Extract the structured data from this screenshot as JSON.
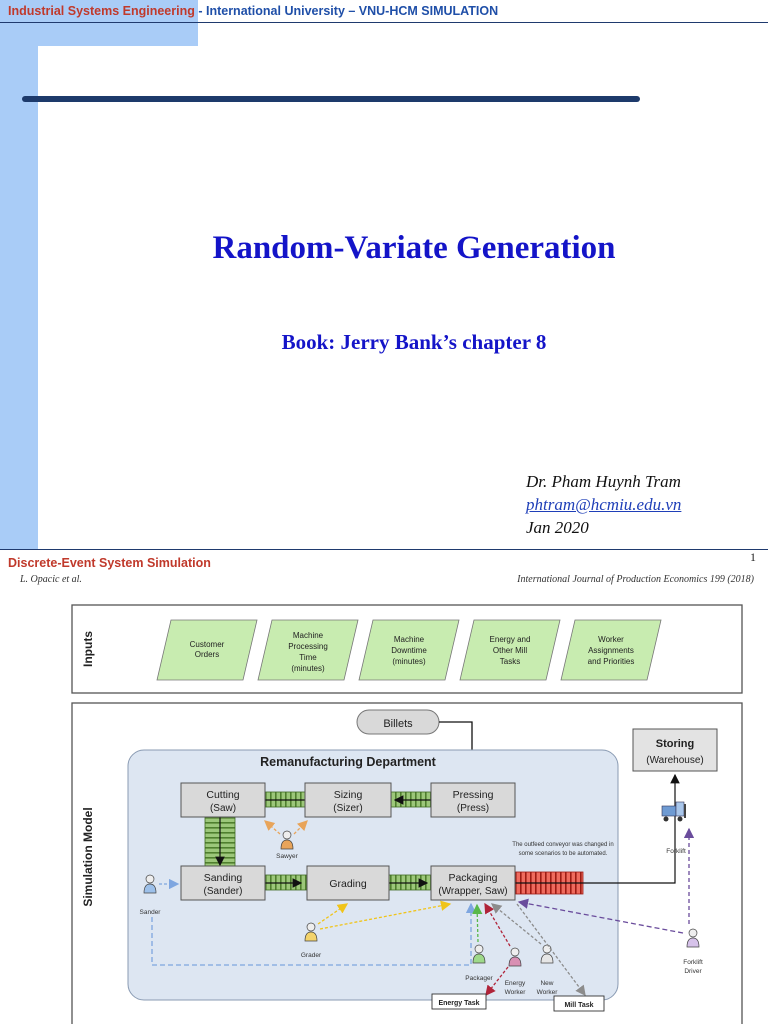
{
  "slide": {
    "header": {
      "part1": "Industrial Systems Engineering",
      "part2": " - International University – VNU-HCM SIMULATION"
    },
    "title": "Random-Variate Generation",
    "subtitle": "Book: Jerry Bank’s chapter 8",
    "author": {
      "name": "Dr. Pham Huynh Tram",
      "email": "phtram@hcmiu.edu.vn",
      "date": "Jan 2020"
    },
    "footer": "Discrete-Event System Simulation",
    "page_number": "1"
  },
  "paper": {
    "header_left": "L. Opacic et al.",
    "header_right": "International Journal of Production Economics 199 (2018)",
    "inputs_label": "Inputs",
    "inputs": [
      [
        "Customer",
        "Orders"
      ],
      [
        "Machine",
        "Processing",
        "Time",
        "(minutes)"
      ],
      [
        "Machine",
        "Downtime",
        "(minutes)"
      ],
      [
        "Energy and",
        "Other Mill",
        "Tasks"
      ],
      [
        "Worker",
        "Assignments",
        "and Priorities"
      ]
    ],
    "model_label": "Simulation Model",
    "billets": "Billets",
    "department": "Remanufacturing Department",
    "storing": [
      "Storing",
      "(Warehouse)"
    ],
    "stations": {
      "cutting": [
        "Cutting",
        "(Saw)"
      ],
      "sizing": [
        "Sizing",
        "(Sizer)"
      ],
      "pressing": [
        "Pressing",
        "(Press)"
      ],
      "sanding": [
        "Sanding",
        "(Sander)"
      ],
      "grading": [
        "Grading"
      ],
      "packaging": [
        "Packaging",
        "(Wrapper, Saw)"
      ]
    },
    "note": [
      "The outfeed conveyor was changed in",
      "some scenarios to be automated."
    ],
    "people": {
      "sawyer": "Sawyer",
      "sander": "Sander",
      "grader": "Grader",
      "packager": "Packager",
      "energy_worker": [
        "Energy",
        "Worker"
      ],
      "new_worker": [
        "New",
        "Worker"
      ],
      "forklift": "Forklift",
      "forklift_driver": [
        "Forklift",
        "Driver"
      ]
    },
    "tasks": {
      "energy": "Energy Task",
      "mill": "Mill Task"
    }
  },
  "colors": {
    "slide_accent": "#a9ccf7",
    "title_blue": "#1414c8",
    "header_red": "#c0392b",
    "input_fill": "#c8ecb0",
    "station_fill": "#d9d9d9",
    "conveyor_green": "#7fb35a",
    "conveyor_red": "#e2433a",
    "department_fill": "#dde6f2",
    "blue_dashed": "#7ea6e0",
    "yellow_dashed": "#f0c419",
    "green_dashed": "#58b84a",
    "red_dashed": "#b0243a",
    "grey_dashed": "#8c8c8c",
    "purple_dashed": "#6a4c9c",
    "orange_dashed": "#e8a45a"
  }
}
